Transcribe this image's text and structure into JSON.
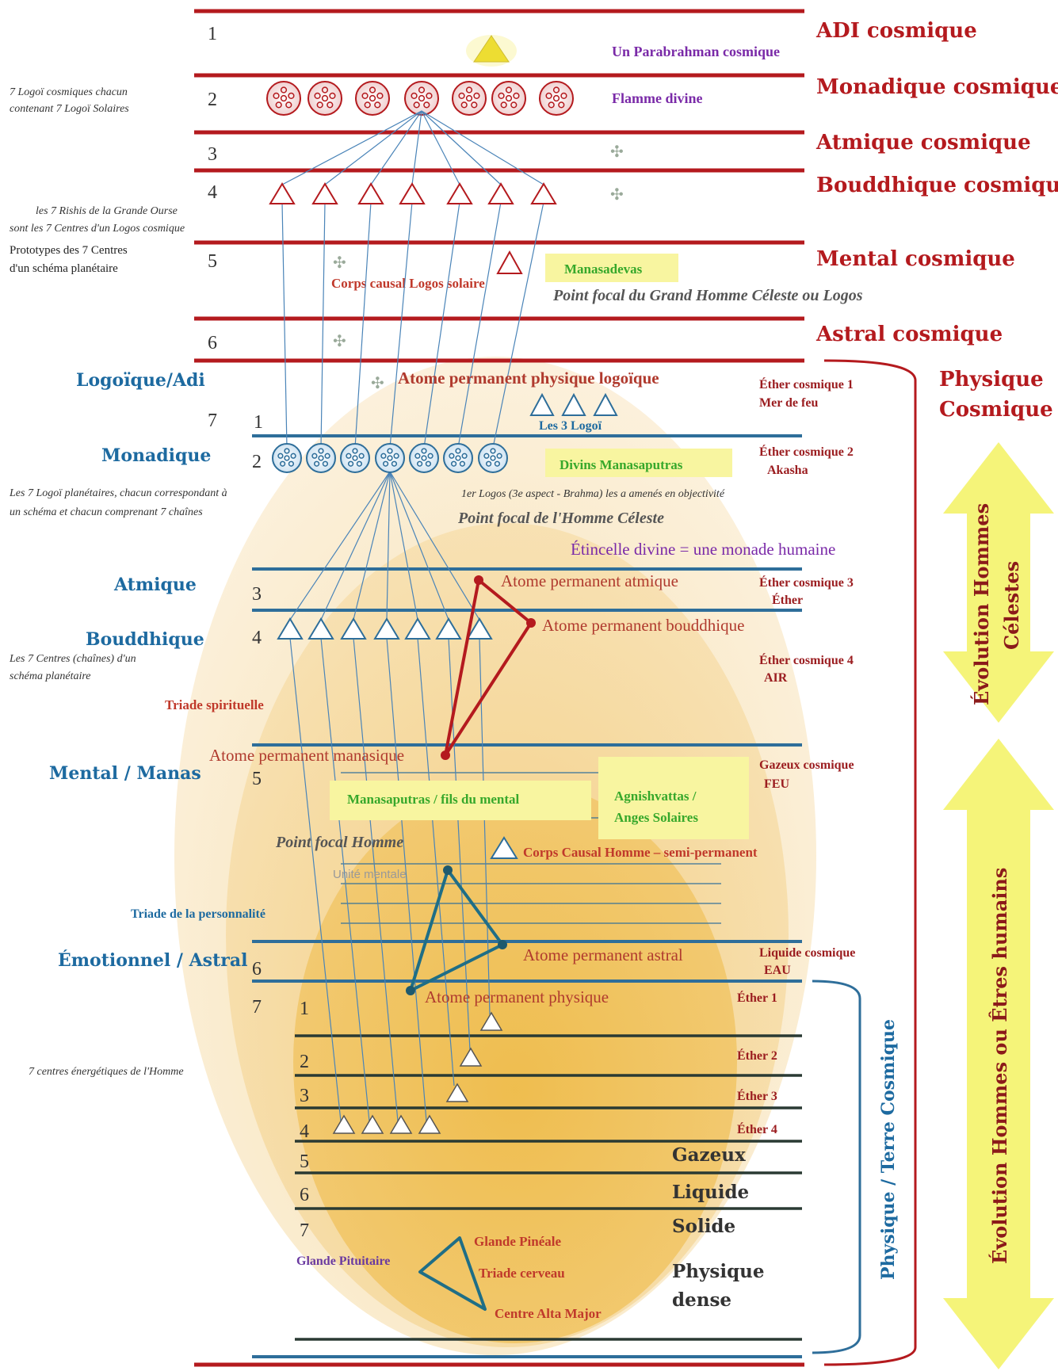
{
  "cosmic_planes": {
    "p1": {
      "num": "1",
      "name": "ADI cosmique",
      "note": "Un Parabrahman cosmique"
    },
    "p2": {
      "num": "2",
      "name": "Monadique cosmique",
      "note": "Flamme divine",
      "side_l1": "7 Logoï cosmiques chacun",
      "side_l2": "contenant 7 Logoï Solaires"
    },
    "p3": {
      "num": "3",
      "name": "Atmique cosmique"
    },
    "p4": {
      "num": "4",
      "name": "Bouddhique cosmique",
      "side_l1": "les 7 Rishis de la Grande Ourse",
      "side_l2": "sont les 7 Centres d'un Logos cosmique"
    },
    "p5": {
      "num": "5",
      "name": "Mental cosmique",
      "side_l1": "Prototypes des 7 Centres",
      "side_l2": "d'un schéma planétaire",
      "causal": "Corps causal Logos solaire",
      "manasadevas": "Manasadevas",
      "focal": "Point focal  du Grand Homme Céleste ou Logos"
    },
    "p6": {
      "num": "6",
      "name": "Astral cosmique"
    }
  },
  "physique_cosmique": {
    "label_l1": "Physique",
    "label_l2": "Cosmique",
    "logoique": {
      "name": "Logoïque/Adi",
      "num": "7",
      "subnum": "1",
      "atom": "Atome permanent physique logoïque",
      "logoi": "Les 3 Logoï",
      "ether_l1": "Éther cosmique 1",
      "ether_l2": "Mer de feu"
    },
    "monadique": {
      "name": "Monadique",
      "num": "2",
      "divins": "Divins Manasaputras",
      "ether_l1": "Éther cosmique 2",
      "ether_l2": "Akasha",
      "side_l1": "Les 7 Logoï planétaires, chacun correspondant à",
      "side_l2": "un schéma et chacun comprenant 7 chaînes",
      "brahma": "1er Logos (3e aspect - Brahma) les a amenés en objectivité",
      "focal": "Point focal  de l'Homme Céleste",
      "etincelle": "Étincelle divine = une monade humaine"
    },
    "atmique": {
      "name": "Atmique",
      "num": "3",
      "atom": "Atome permanent atmique",
      "ether_l1": "Éther cosmique 3",
      "ether_l2": "Éther"
    },
    "bouddhique": {
      "name": "Bouddhique",
      "num": "4",
      "atom": "Atome permanent bouddhique",
      "ether_l1": "Éther cosmique 4",
      "ether_l2": "AIR",
      "side_l1": "Les 7 Centres (chaînes) d'un",
      "side_l2": "schéma planétaire",
      "triade": "Triade spirituelle"
    },
    "mental": {
      "name": "Mental / Manas",
      "num": "5",
      "atom": "Atome permanent manasique",
      "ether_l1": "Gazeux cosmique",
      "ether_l2": "FEU",
      "manasaputras": "Manasaputras / fils du mental",
      "agni_l1": "Agnishvattas /",
      "agni_l2": "Anges Solaires",
      "focal": "Point focal Homme",
      "causal": "Corps Causal Homme – semi-permanent",
      "unite": "Unité mentale",
      "triade": "Triade de la personnalité"
    },
    "emotionnel": {
      "name": "Émotionnel / Astral",
      "num": "6",
      "atom": "Atome permanent astral",
      "ether_l1": "Liquide cosmique",
      "ether_l2": "EAU"
    },
    "physique": {
      "num": "7",
      "atom": "Atome permanent physique",
      "sublevels": [
        {
          "num": "1",
          "label": "Éther 1"
        },
        {
          "num": "2",
          "label": "Éther 2"
        },
        {
          "num": "3",
          "label": "Éther 3"
        },
        {
          "num": "4",
          "label": "Éther 4"
        },
        {
          "num": "5",
          "label": "Gazeux"
        },
        {
          "num": "6",
          "label": "Liquide"
        },
        {
          "num": "7",
          "label": "Solide"
        }
      ],
      "centres": "7 centres énergétiques de l'Homme",
      "dense_l1": "Physique",
      "dense_l2": "dense",
      "pineale": "Glande Pinéale",
      "pituitaire": "Glande Pituitaire",
      "triade": "Triade cerveau",
      "alta": "Centre Alta Major",
      "terre": "Physique / Terre Cosmique"
    }
  },
  "evolution": {
    "celestes_l1": "Évolution Hommes",
    "celestes_l2": "Célestes",
    "humains": "Évolution Hommes ou Êtres humains"
  },
  "colors": {
    "cosmic_line": "#b41a1e",
    "physical_line": "#2e6e9a",
    "blue_label": "#1d6aa0",
    "triad_red": "#b41a1e",
    "triad_teal": "#1f6e86",
    "arrow_yellow": "#f4f36a",
    "egg_light": "#f9e7c0",
    "egg_mid": "#f5d28c",
    "egg_dark": "#efbe52"
  }
}
